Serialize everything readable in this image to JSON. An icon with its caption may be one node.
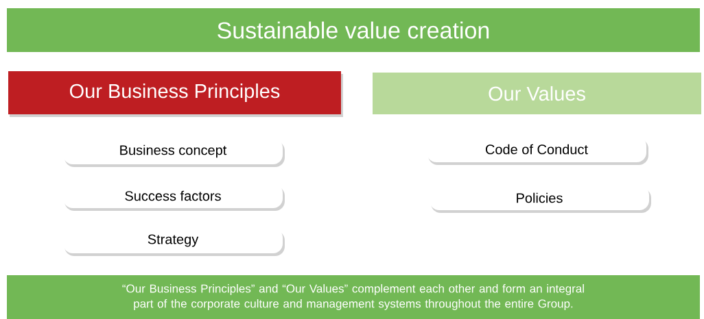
{
  "diagram": {
    "nodes": [
      {
        "text": [
          "Sustainable value creation"
        ]
      },
      {
        "text": [
          "Our Business Principles"
        ]
      },
      {
        "text": [
          "Our Values"
        ]
      },
      {
        "text": [
          "Business concept"
        ]
      },
      {
        "text": [
          "Success factors"
        ]
      },
      {
        "text": [
          "Strategy"
        ]
      },
      {
        "text": [
          "Code of Conduct"
        ]
      },
      {
        "text": [
          "Policies"
        ]
      },
      {
        "text": [
          "“Our Business Principles” and “Our Values” complement each other and form an integral part of the corporate culture and management systems throughout the entire Group."
        ]
      }
    ]
  }
}
